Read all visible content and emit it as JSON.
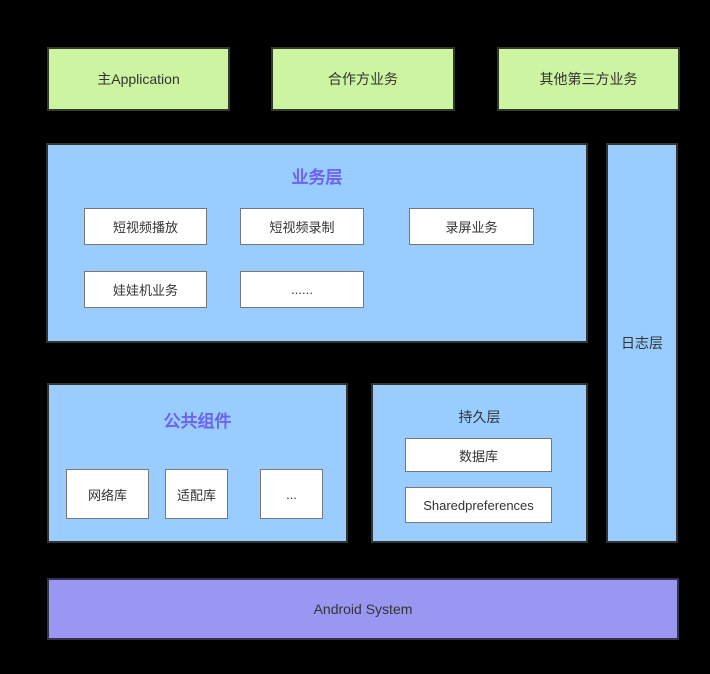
{
  "colors": {
    "background": "#000000",
    "green_fill": "#cdf4a0",
    "blue_fill": "#99ccff",
    "purple_fill": "#9a97f2",
    "white_fill": "#ffffff",
    "outer_border": "#333333",
    "inner_border": "#777777",
    "accent_title": "#6c63f0",
    "text": "#333333"
  },
  "top_row": {
    "items": [
      {
        "label": "主Application"
      },
      {
        "label": "合作方业务"
      },
      {
        "label": "其他第三方业务"
      }
    ]
  },
  "business_layer": {
    "title": "业务层",
    "modules": [
      "短视频播放",
      "短视频录制",
      "录屏业务",
      "娃娃机业务",
      "......"
    ]
  },
  "log_layer": {
    "title": "日志层"
  },
  "common_components": {
    "title": "公共组件",
    "modules": [
      "网络库",
      "适配库",
      "..."
    ]
  },
  "persistence_layer": {
    "title": "持久层",
    "modules": [
      "数据库",
      "Sharedpreferences"
    ]
  },
  "system_layer": {
    "title": "Android System"
  }
}
